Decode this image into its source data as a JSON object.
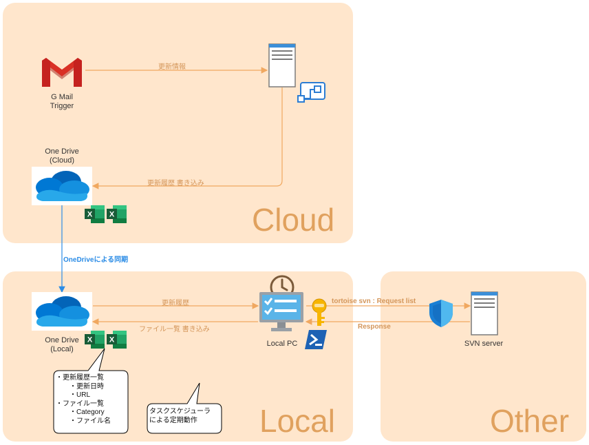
{
  "zones": {
    "cloud": {
      "label": "Cloud"
    },
    "local": {
      "label": "Local"
    },
    "other": {
      "label": "Other"
    }
  },
  "nodes": {
    "gmail": {
      "caption_line1": "G Mail",
      "caption_line2": "Trigger",
      "icon": "gmail-icon"
    },
    "server_cloud": {
      "icon": "server-icon"
    },
    "power_automate": {
      "icon": "power-automate-icon"
    },
    "onedrive_cloud": {
      "caption_line1": "One Drive",
      "caption_line2": "(Cloud)",
      "icon": "onedrive-cloud-icon"
    },
    "onedrive_local": {
      "caption_line1": "One Drive",
      "caption_line2": "(Local)",
      "icon": "onedrive-cloud-icon"
    },
    "local_pc": {
      "caption": "Local PC",
      "icon": "monitor-checklist-icon"
    },
    "svn_server": {
      "caption": "SVN server",
      "icon": "server-icon"
    }
  },
  "edges": {
    "gmail_to_server": "更新情報",
    "server_to_onedrive": "更新履歴 書き込み",
    "onedrive_sync": "OneDriveによる同期",
    "onedrive_to_pc": "更新履歴",
    "pc_to_onedrive": "ファイル一覧 書き込み",
    "pc_to_svn": "tortoise svn : Request list",
    "svn_to_pc": "Response"
  },
  "callouts": {
    "files": "・更新履歴一覧\n　　・更新日時\n　　・URL\n・ファイル一覧\n　　・Category\n　　・ファイル名",
    "scheduler": "タスクスケジューラ\nによる定期動作"
  },
  "colors": {
    "zone_fill": "#ffe6cc",
    "zone_label": "#e0a15e",
    "arrow": "#f0a860",
    "sync_arrow": "#2b8ce6"
  }
}
